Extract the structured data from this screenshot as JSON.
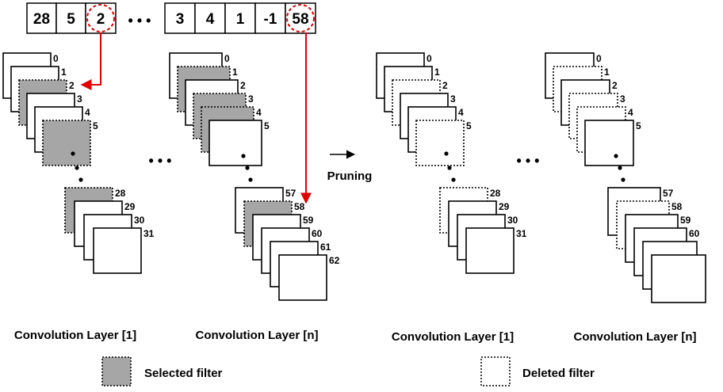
{
  "index_sequence": {
    "group_left": [
      "28",
      "5",
      "2"
    ],
    "ellipsis": "• • •",
    "group_right": [
      "3",
      "4",
      "1",
      "-1",
      "58"
    ],
    "highlighted": [
      "2",
      "58"
    ]
  },
  "colors": {
    "selected_fill": "#a6a6a6",
    "arrow": "#e00000",
    "highlight_circle": "#e00000",
    "stroke": "#000000"
  },
  "pruning_label": "Pruning",
  "ellipsis": "• • •",
  "before": {
    "layer1": {
      "caption": "Convolution Layer [1]",
      "top_indices": [
        "0",
        "1",
        "2",
        "3",
        "4",
        "5"
      ],
      "top_selected": [
        "2",
        "5"
      ],
      "bottom_indices": [
        "28",
        "29",
        "30",
        "31"
      ],
      "bottom_selected": [
        "28"
      ]
    },
    "layern": {
      "caption": "Convolution Layer [n]",
      "top_indices": [
        "0",
        "1",
        "2",
        "3",
        "4",
        "5"
      ],
      "top_selected": [
        "1",
        "3",
        "4"
      ],
      "bottom_indices": [
        "57",
        "58",
        "59",
        "60",
        "61",
        "62"
      ],
      "bottom_selected": [
        "58"
      ]
    }
  },
  "after": {
    "layer1": {
      "caption": "Convolution Layer [1]",
      "top_indices": [
        "0",
        "1",
        "2",
        "3",
        "4",
        "5"
      ],
      "top_deleted": [
        "2",
        "5"
      ],
      "bottom_indices": [
        "28",
        "29",
        "30",
        "31"
      ],
      "bottom_deleted": [
        "28"
      ]
    },
    "layern": {
      "caption": "Convolution Layer [n]",
      "top_indices": [
        "0",
        "1",
        "2",
        "3",
        "4",
        "5"
      ],
      "top_deleted": [
        "1",
        "3",
        "4"
      ],
      "bottom_indices": [
        "57",
        "58",
        "59",
        "60"
      ],
      "bottom_deleted": [
        "58"
      ]
    }
  },
  "legend": {
    "selected": "Selected filter",
    "deleted": "Deleted filter"
  }
}
